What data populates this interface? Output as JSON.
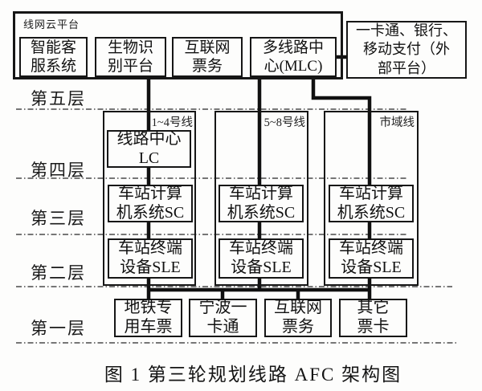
{
  "figure": {
    "caption": "图 1  第三轮规划线路 AFC 架构图"
  },
  "cloud_platform": {
    "label": "线网云平台",
    "systems": [
      {
        "name": "智能客服系统",
        "display": "智能客\n服系统"
      },
      {
        "name": "生物识别平台",
        "display": "生物识\n别平台"
      },
      {
        "name": "互联网票务",
        "display": "互联网\n票务"
      },
      {
        "name": "多线路中心(MLC)",
        "display": "多线路中\n心(MLC)"
      }
    ]
  },
  "external_platform": {
    "name": "一卡通、银行、移动支付（外部平台）",
    "display": "一卡通、银行、\n移动支付（外\n部平台）"
  },
  "layers": [
    {
      "label": "第五层"
    },
    {
      "label": "第四层"
    },
    {
      "label": "第三层"
    },
    {
      "label": "第二层"
    },
    {
      "label": "第一层"
    }
  ],
  "lines": [
    {
      "line_label": "1~4号线",
      "line_center": {
        "name": "线路中心 LC",
        "display": "线路中心\nLC"
      },
      "station_computer": {
        "name": "车站计算机系统 SC",
        "display": "车站计算\n机系统SC"
      },
      "station_terminal": {
        "name": "车站终端设备 SLE",
        "display": "车站终端\n设备SLE"
      }
    },
    {
      "line_label": "5~8号线",
      "station_computer": {
        "name": "车站计算机系统 SC",
        "display": "车站计算\n机系统SC"
      },
      "station_terminal": {
        "name": "车站终端设备 SLE",
        "display": "车站终端\n设备SLE"
      }
    },
    {
      "line_label": "市域线",
      "station_computer": {
        "name": "车站计算机系统 SC",
        "display": "车站计算\n机系统SC"
      },
      "station_terminal": {
        "name": "车站终端设备 SLE",
        "display": "车站终端\n设备SLE"
      }
    }
  ],
  "tickets": [
    {
      "name": "地铁专用车票",
      "display": "地铁专\n用车票"
    },
    {
      "name": "宁波一卡通",
      "display": "宁波一\n卡通"
    },
    {
      "name": "互联网票务",
      "display": "互联网\n票务"
    },
    {
      "name": "其它票卡",
      "display": "其它\n票卡"
    }
  ],
  "colors": {
    "line_color": "#111111",
    "dash_color": "#4a4a4a",
    "background": "#fdfdfc"
  }
}
